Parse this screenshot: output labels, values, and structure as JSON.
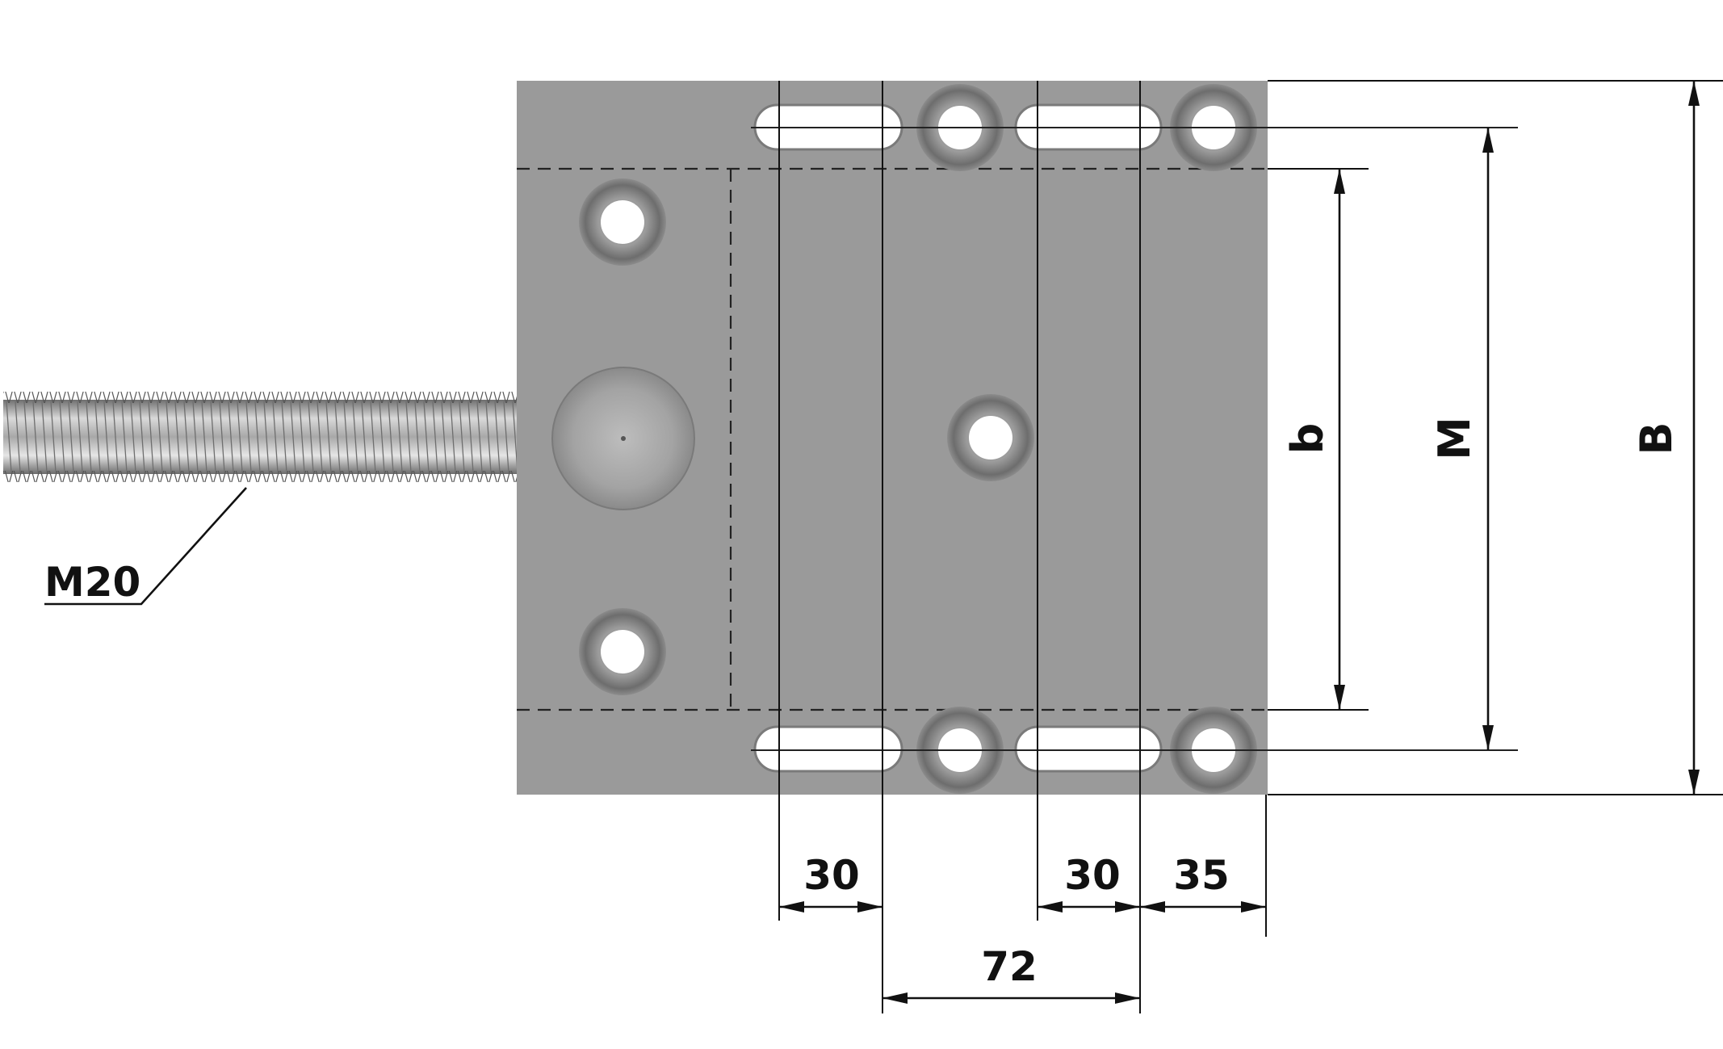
{
  "thread_label": "M20",
  "dimensions": {
    "slot_width_left": "30",
    "slot_width_right": "30",
    "edge_offset": "35",
    "slot_pitch": "72",
    "inner_width": "b",
    "hole_spacing": "M",
    "plate_width": "B"
  },
  "colors": {
    "plate": "#9a9a9a",
    "line": "#111111",
    "background": "#ffffff"
  }
}
